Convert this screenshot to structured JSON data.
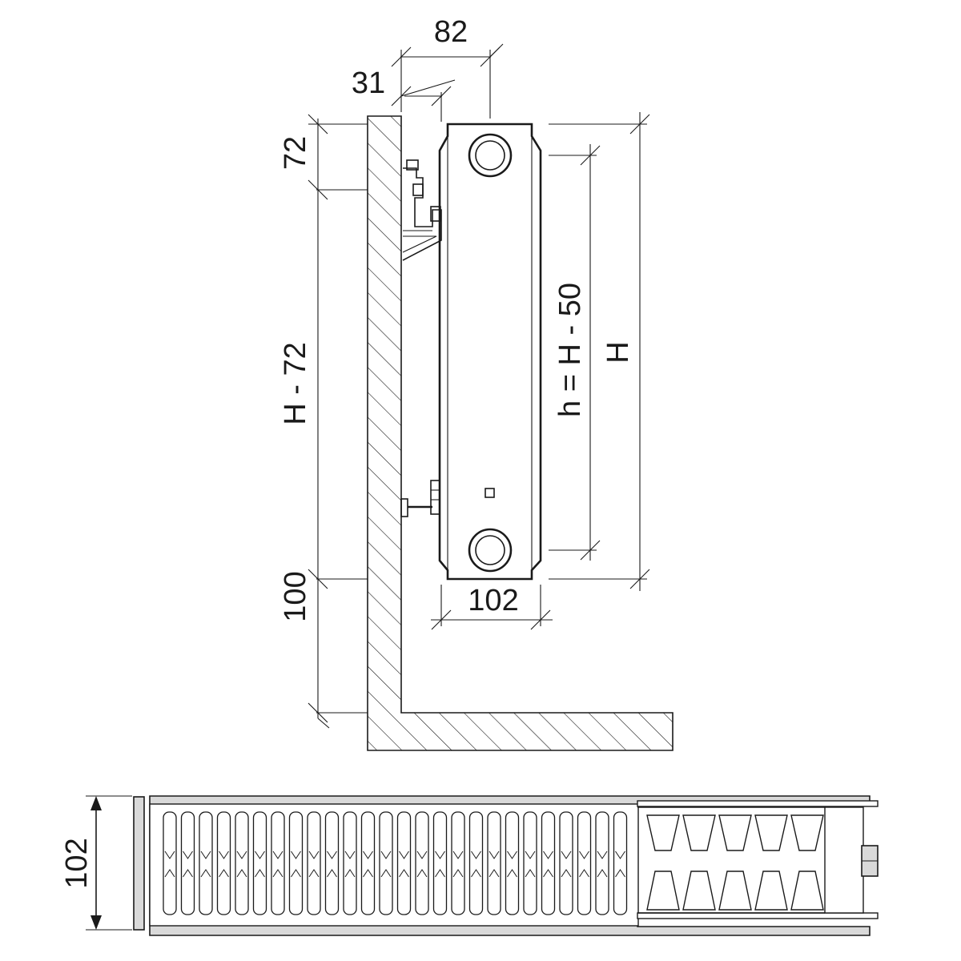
{
  "side_view": {
    "labels": {
      "dim_82": "82",
      "dim_31": "31",
      "dim_72": "72",
      "dim_h72": "H - 72",
      "dim_100": "100",
      "dim_102": "102",
      "dim_h_eq": "h = H - 50",
      "dim_H": "H"
    }
  },
  "top_view": {
    "labels": {
      "dim_102": "102"
    }
  },
  "colors": {
    "line": "#1a1a1a",
    "panel_fill": "#d9d9d9",
    "background": "#ffffff"
  }
}
